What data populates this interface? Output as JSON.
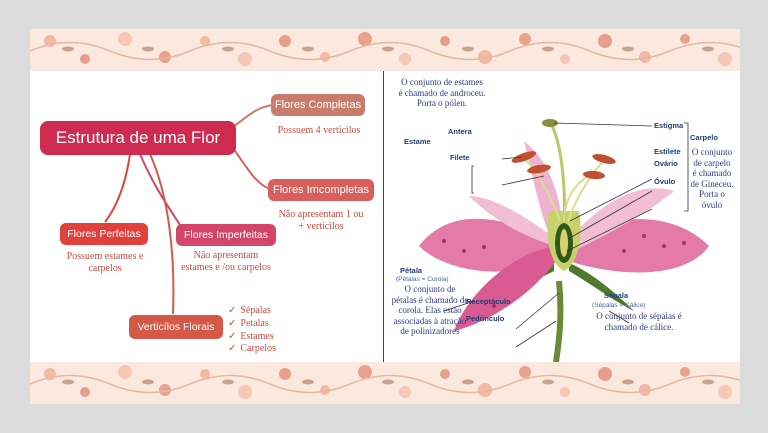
{
  "mindmap": {
    "root": "Estrutura de uma Flor",
    "completas": {
      "label": "Flores Completas",
      "desc": "Possuem 4 verticilos"
    },
    "incompletas": {
      "label": "Flores Imcompletas",
      "desc_1": "Não apresentam 1 ou",
      "desc_2": "+ verticilos"
    },
    "perfeitas": {
      "label": "Flores Perfeitas",
      "desc_1": "Possuem estames e",
      "desc_2": "carpelos"
    },
    "imperfeitas": {
      "label": "Flores Imperfeitas",
      "desc_1": "Não apresentam",
      "desc_2": "estames e /ou carpelos"
    },
    "verticilos": {
      "label": "Verticílos Florais",
      "items": [
        "Sépalas",
        "Petalas",
        "Estames",
        "Carpelos"
      ]
    }
  },
  "flower": {
    "androceu_note": [
      "O conjunto de estames",
      "é chamado de androceu.",
      "Porta o pólen."
    ],
    "gineceu_note": [
      "O conjunto",
      "de carpelo",
      "é chamado",
      "de Gineceu.",
      "Porta o",
      "óvulo"
    ],
    "corola_note": [
      "O conjunto de",
      "pétalas é chamado de",
      "corola. Elas estão",
      "associadas à atração",
      "de polinizadores"
    ],
    "calice_note": [
      "O conjunto de sépalas é",
      "chamado de cálice."
    ],
    "labels": {
      "estigma": "Estigma",
      "carpelo": "Carpelo",
      "estame": "Estame",
      "antera": "Antera",
      "filete": "Filete",
      "estilete": "Estilete",
      "ovario": "Ovário",
      "ovulo": "Óvulo",
      "petala": "Pétala",
      "petala_sub": "(Pétalas = Corola)",
      "sepala": "Sépala",
      "sepala_sub": "(Sépalas = Cálice)",
      "receptaculo": "Receptáculo",
      "peduculo": "Pedúnculo"
    }
  },
  "colors": {
    "root": "#cf2a50",
    "completas": "#c97c6c",
    "incompletas": "#d85f5b",
    "perfeitas": "#e0413c",
    "imperfeitas": "#d4456a",
    "verticilos": "#d65848",
    "text": "#d0483f",
    "band": "#fbe9df"
  }
}
